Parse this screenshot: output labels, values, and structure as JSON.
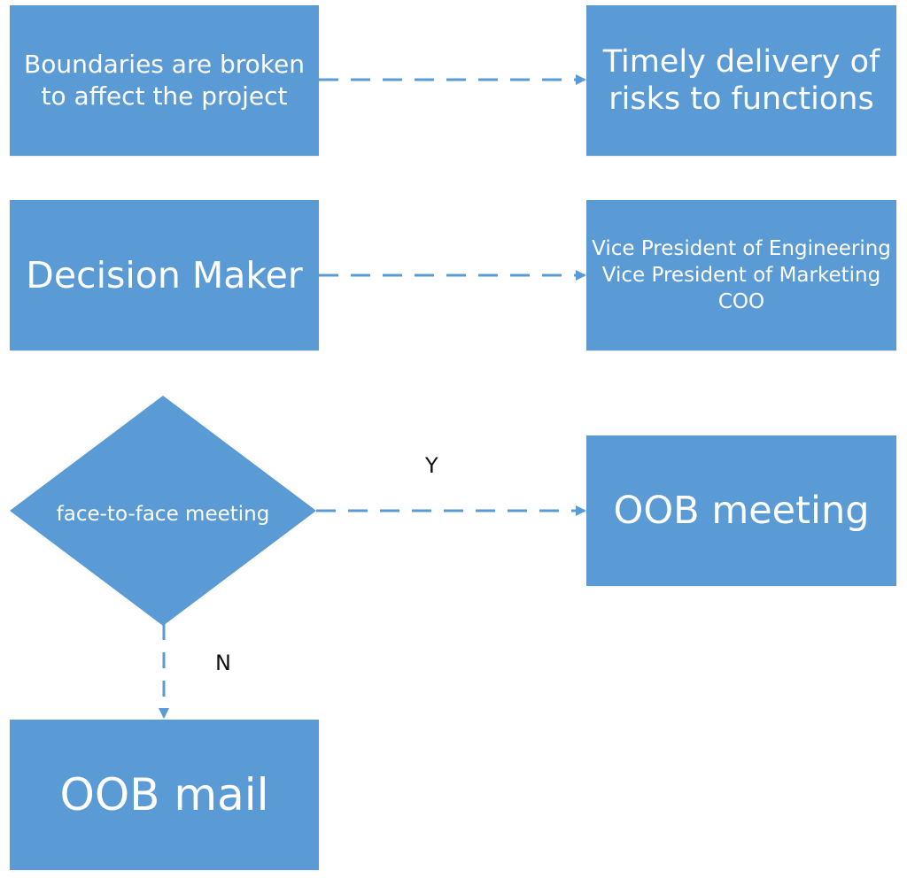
{
  "colors": {
    "box_fill": "#5B9BD5",
    "connector": "#5B9BD5",
    "box_text": "#FFFFFF",
    "label_text": "#111111"
  },
  "nodes": {
    "boundaries": "Boundaries are broken\nto affect the project",
    "timely_delivery": "Timely delivery of\nrisks to functions",
    "decision_maker": "Decision Maker",
    "roles": "Vice President of Engineering\nVice President of Marketing\nCOO",
    "decision": "face-to-face meeting",
    "oob_meeting": "OOB meeting",
    "oob_mail": "OOB mail"
  },
  "edges": {
    "yes_label": "Y",
    "no_label": "N"
  }
}
